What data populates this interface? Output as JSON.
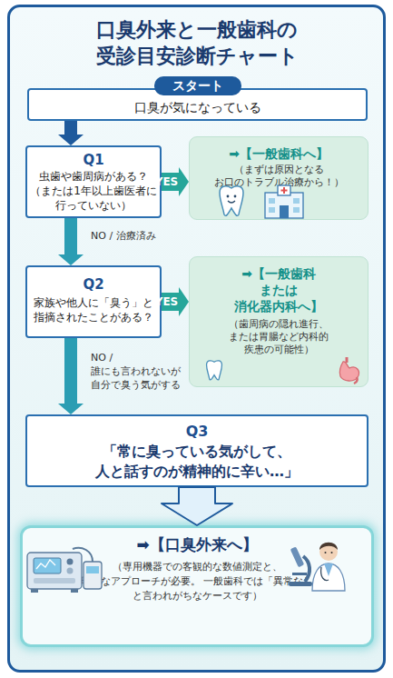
{
  "diagram": {
    "title": "口臭外来と一般歯科の 受診目安診断チャート",
    "nodes": [
      {
        "text": [
          "スタート",
          "口臭が気になっている"
        ]
      },
      {
        "text": [
          "Q1",
          "虫歯や歯周病がある？",
          "（または1年以上歯医者に 行っていない）"
        ]
      },
      {
        "text": [
          "➡【一般歯科へ】",
          "（まずは原因となる お口のトラブル治療から！）"
        ]
      },
      {
        "text": [
          "Q2",
          "家族や他人に「臭う」と 指摘されたことがある？"
        ]
      },
      {
        "text": [
          "➡【一般歯科 または 消化器内科へ】",
          "（歯周病の隠れ進行、 または胃腸など内科的 疾患の可能性）"
        ]
      },
      {
        "text": [
          "Q3",
          "「常に臭っている気がして、 人と話すのが精神的に辛い…」"
        ]
      },
      {
        "text": [
          "➡【口臭外来へ】",
          "（専用機器での客観的な数値測定と、 心理的なアプローチが必要。 一般歯科では「異常なし」と言われがちなケースです）"
        ]
      }
    ],
    "edges": [
      {
        "from": 0,
        "to": 1,
        "arrow": "to"
      },
      {
        "from": 1,
        "to": 2,
        "label": "YES",
        "arrow": "to"
      },
      {
        "from": 1,
        "to": 3,
        "label": "NO / 治療済み",
        "arrow": "to"
      },
      {
        "from": 3,
        "to": 4,
        "label": "YES",
        "arrow": "to"
      },
      {
        "from": 3,
        "to": 5,
        "label": "NO / 誰にも言われないが 自分で臭う気がする",
        "arrow": "to"
      },
      {
        "from": 5,
        "to": 6,
        "arrow": "to"
      }
    ]
  }
}
